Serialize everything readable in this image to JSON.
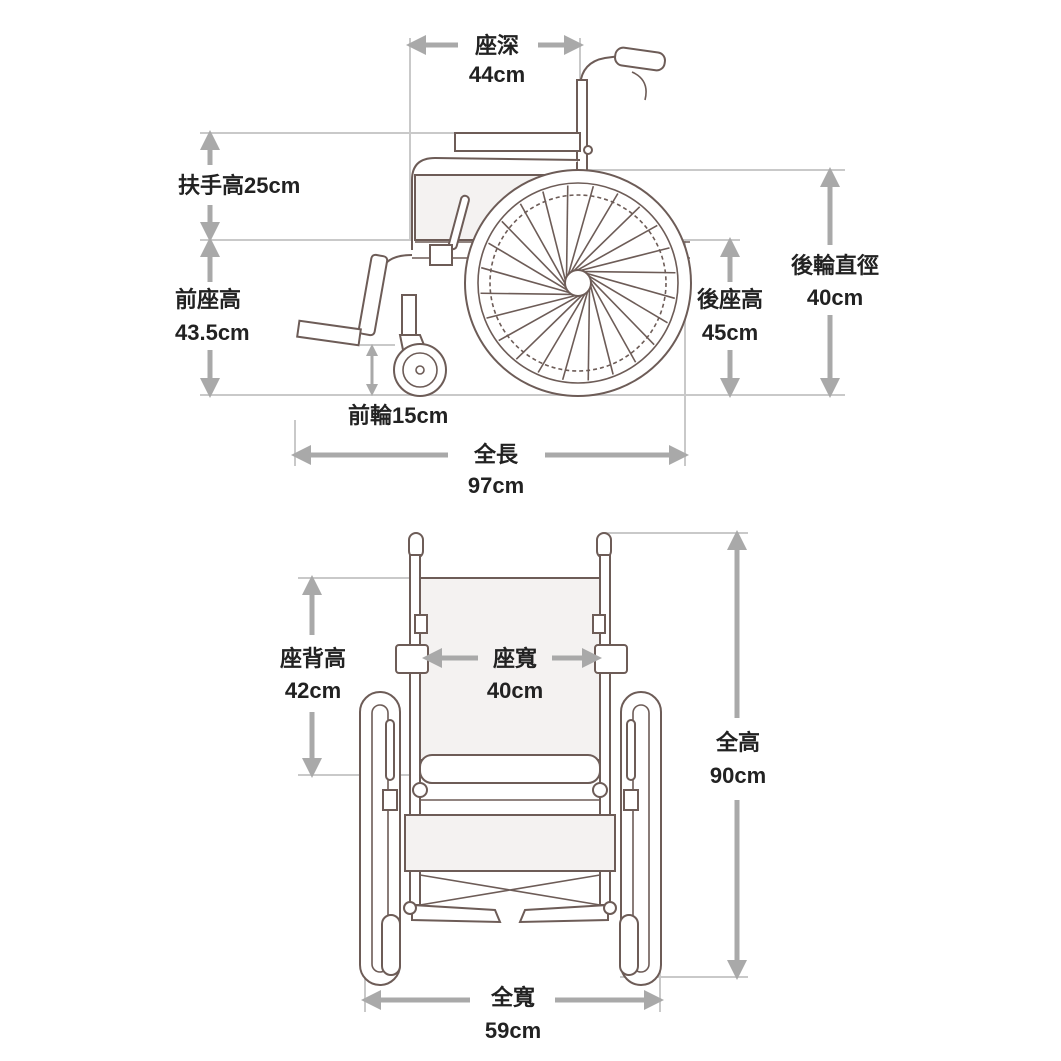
{
  "side_view": {
    "seat_depth": {
      "label": "座深",
      "value": "44cm"
    },
    "armrest_height": {
      "label": "扶手高",
      "value": "25cm"
    },
    "front_seat_height": {
      "label": "前座高",
      "value": "43.5cm"
    },
    "front_wheel": {
      "label": "前輪",
      "value": "15cm"
    },
    "overall_length": {
      "label": "全長",
      "value": "97cm"
    },
    "rear_seat_height": {
      "label": "後座高",
      "value": "45cm"
    },
    "rear_wheel_diameter": {
      "label": "後輪直徑",
      "value": "40cm"
    }
  },
  "front_view": {
    "backrest_height": {
      "label": "座背高",
      "value": "42cm"
    },
    "seat_width": {
      "label": "座寬",
      "value": "40cm"
    },
    "overall_height": {
      "label": "全高",
      "value": "90cm"
    },
    "overall_width": {
      "label": "全寬",
      "value": "59cm"
    }
  },
  "colors": {
    "frame": "#6d5c57",
    "arrow": "#a9a9a9",
    "guide": "#c9c9c9"
  }
}
